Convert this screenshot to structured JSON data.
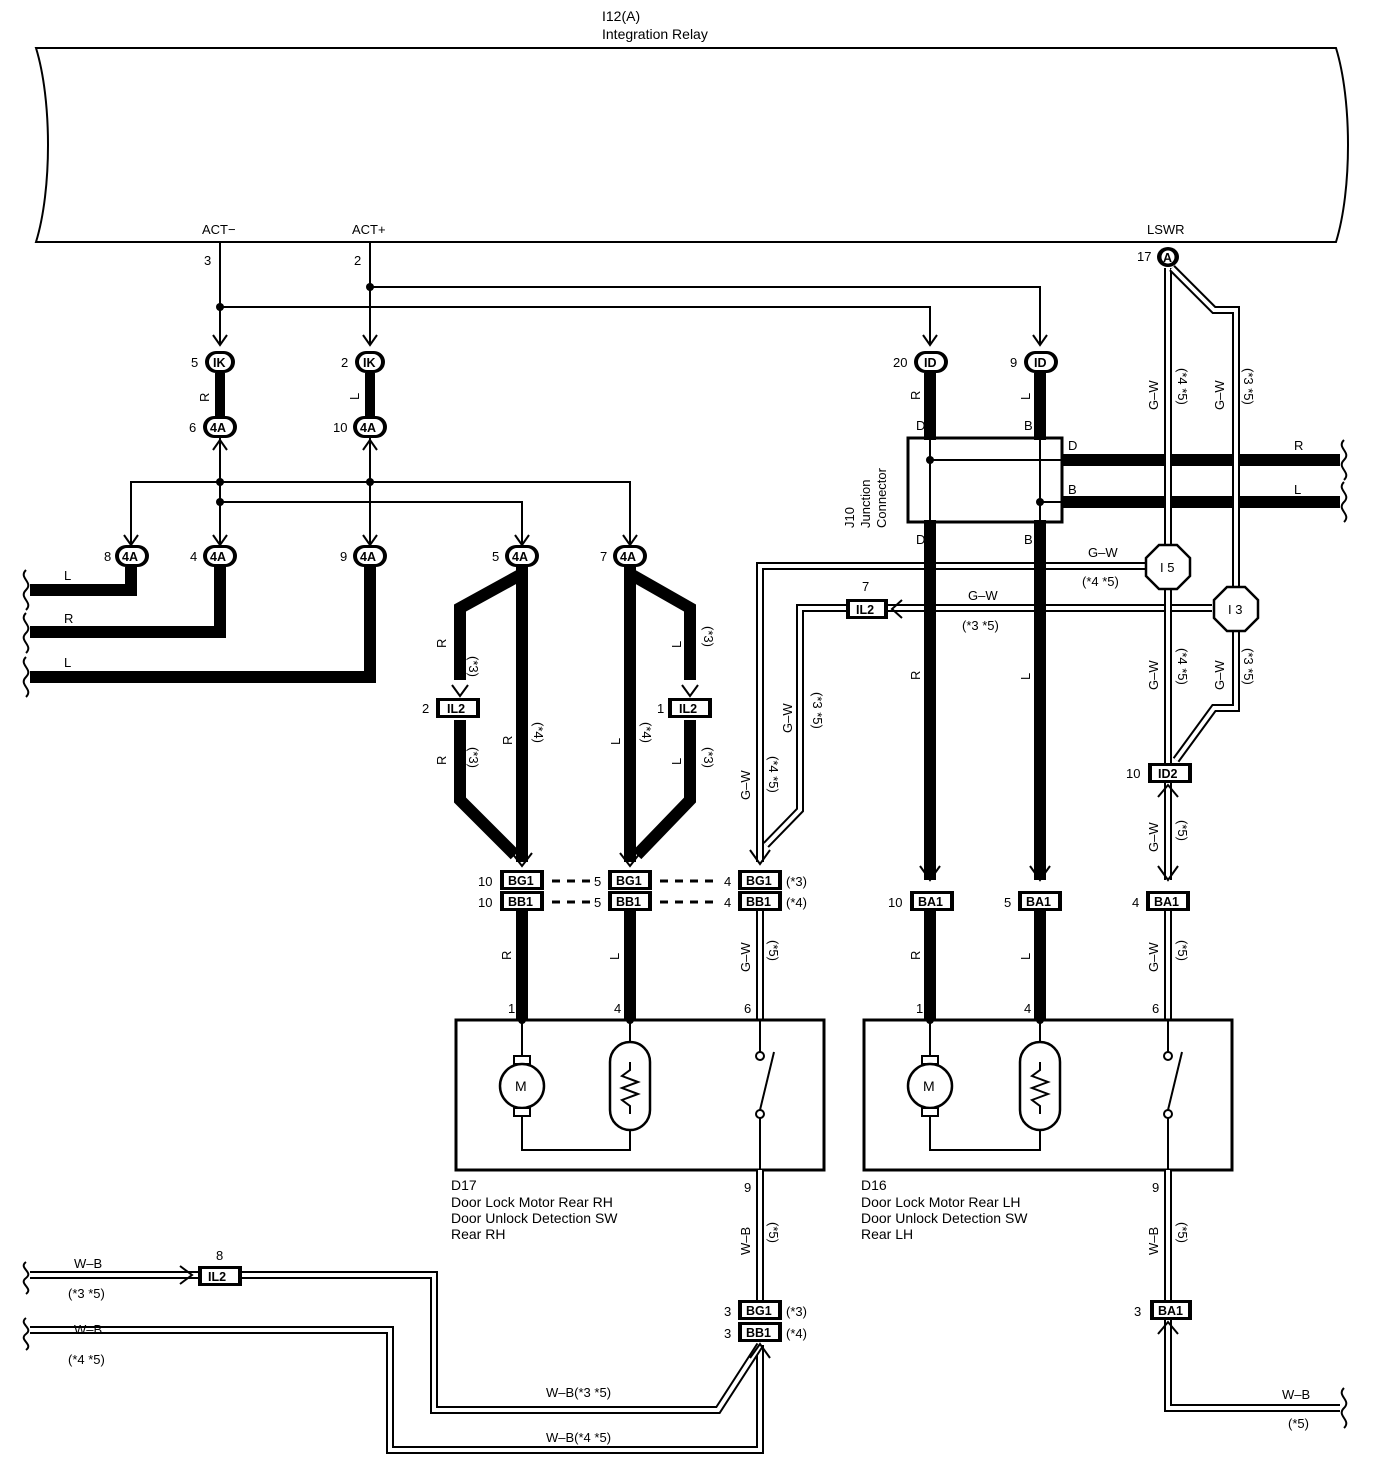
{
  "relay": {
    "code": "I12(A)",
    "name": "Integration Relay"
  },
  "terminals": {
    "act_minus": "ACT−",
    "act_plus": "ACT+",
    "lswr": "LSWR",
    "act_minus_pin": "3",
    "act_plus_pin": "2",
    "lswr_pin": "17",
    "lswr_conn": "A"
  },
  "connectors": {
    "ik": "IK",
    "fourA": "4A",
    "id": "ID",
    "il2": "IL2",
    "bg1": "BG1",
    "bb1": "BB1",
    "ba1": "BA1",
    "id2": "ID2",
    "i5": "I 5",
    "i3": "I 3"
  },
  "pins": {
    "ik5": "5",
    "ik2": "2",
    "a6": "6",
    "a10": "10",
    "a8": "8",
    "a4": "4",
    "a9": "9",
    "a5": "5",
    "a7": "7",
    "id20": "20",
    "id9": "9",
    "il2_2": "2",
    "il2_1": "1",
    "il2_7": "7",
    "il2_8": "8",
    "bg10": "10",
    "bb10": "10",
    "bg5": "5",
    "bb5": "5",
    "bg4": "4",
    "bb4": "4",
    "ba10": "10",
    "ba5": "5",
    "ba4": "4",
    "id2_10": "10",
    "d17_1": "1",
    "d17_4": "4",
    "d17_6": "6",
    "d17_9": "9",
    "d16_1": "1",
    "d16_4": "4",
    "d16_6": "6",
    "d16_9": "9",
    "bg3": "3",
    "bb3": "3",
    "ba3": "3"
  },
  "wire_labels": {
    "R": "R",
    "L": "L",
    "D": "D",
    "B": "B",
    "GW": "G–W",
    "WB": "W–B",
    "n3": "(*3)",
    "n4": "(*4)",
    "n5": "(*5)",
    "n35": "(*3 *5)",
    "n45": "(*4 *5)",
    "wb35": "W–B(*3 *5)",
    "wb45": "W–B(*4 *5)"
  },
  "junction": {
    "code": "J10",
    "name_line1": "Junction",
    "name_line2": "Connector"
  },
  "components": {
    "d17": {
      "code": "D17",
      "line1": "Door Lock Motor Rear RH",
      "line2": "Door Unlock Detection SW",
      "line3": "Rear RH"
    },
    "d16": {
      "code": "D16",
      "line1": "Door Lock Motor Rear LH",
      "line2": "Door Unlock Detection SW",
      "line3": "Rear LH"
    },
    "motor_symbol": "M"
  }
}
